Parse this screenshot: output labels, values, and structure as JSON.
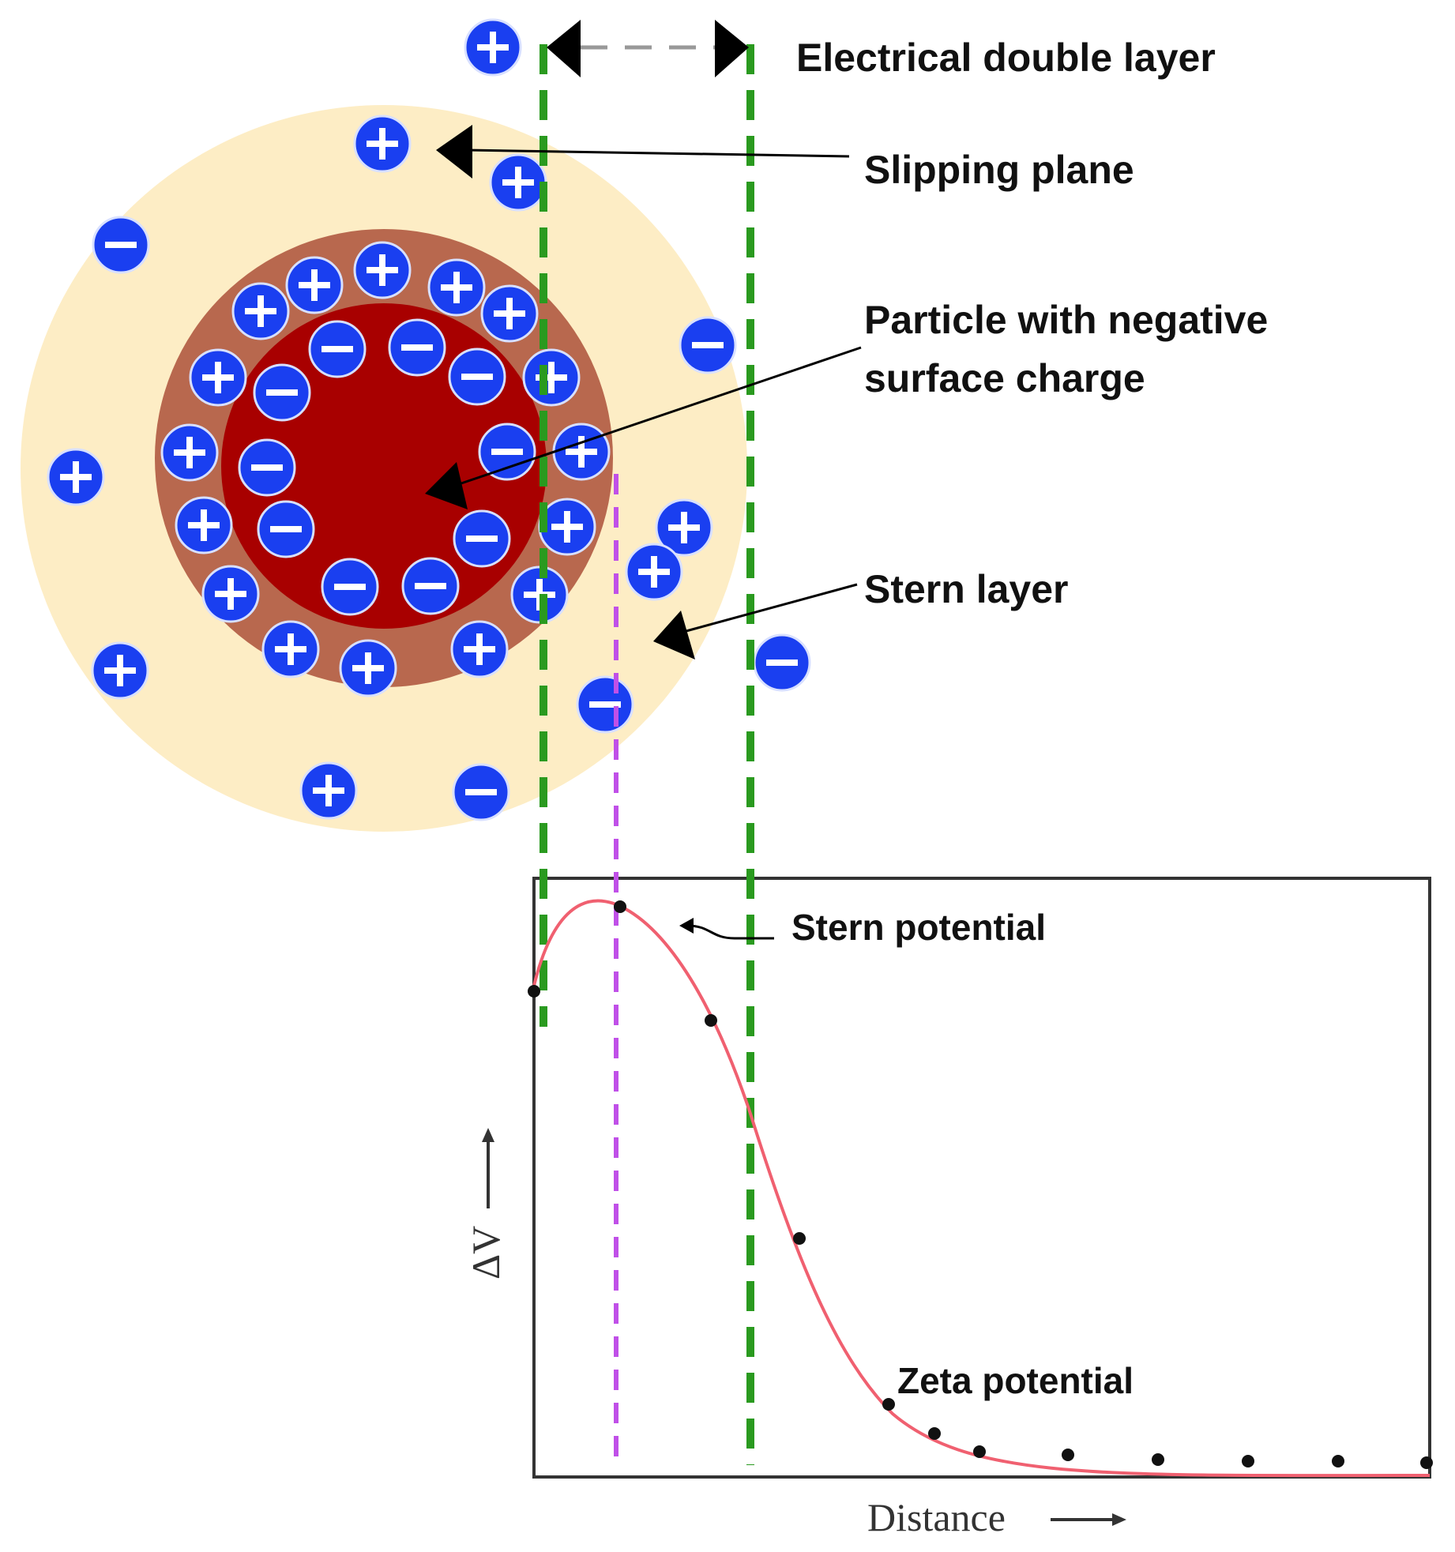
{
  "labels": {
    "double_layer": "Electrical double layer",
    "slipping_plane": "Slipping plane",
    "particle_line1": "Particle with negative",
    "particle_line2": "surface charge",
    "stern_layer": "Stern layer",
    "stern_potential": "Stern potential",
    "zeta_potential": "Zeta potential"
  },
  "axes": {
    "y_label": "ΔV",
    "x_label": "Distance"
  },
  "colors": {
    "diffuse_layer": "#fdedc5",
    "stern_layer": "#b8684e",
    "particle": "#a80000",
    "ion": "#1a3ff0",
    "green_dash": "#2a9a1f",
    "purple_dash": "#c050e8",
    "curve": "#f06070"
  },
  "icons": {
    "positive_ion": "plus-circle-icon",
    "negative_ion": "minus-circle-icon"
  }
}
